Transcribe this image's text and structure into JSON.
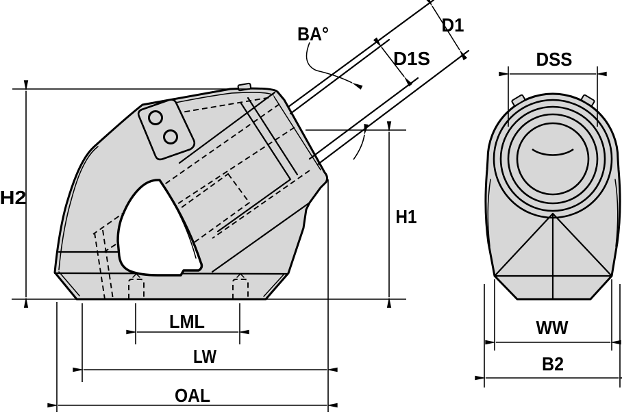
{
  "main_view": {
    "labels": {
      "bore_angle": "BA°",
      "bore_diameter": "D1",
      "shank_diameter": "D1S",
      "overall_height": "H2",
      "bore_height": "H1",
      "slot_spacing": "LML",
      "base_width": "LW",
      "overall_length": "OAL"
    }
  },
  "end_view": {
    "labels": {
      "shoulder_diameter": "DSS",
      "width_across_flats": "WW",
      "block_width": "B2"
    }
  },
  "colors": {
    "line": "#000000",
    "body_fill": "#d7d7d7",
    "background": "#ffffff"
  }
}
